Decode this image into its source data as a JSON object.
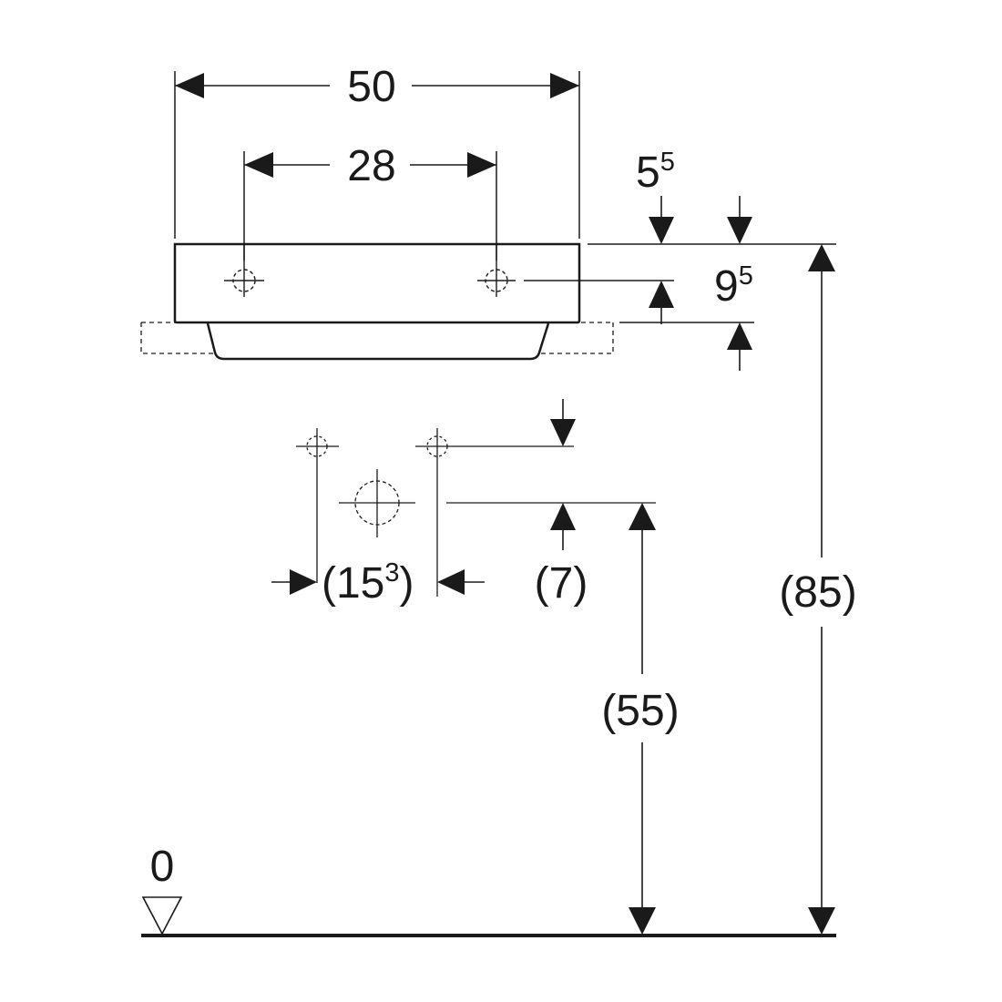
{
  "dimensions": {
    "overall_width": "50",
    "tap_hole_spacing": "28",
    "rim_offset": {
      "main": "5",
      "sup": "5"
    },
    "tap_hole_height": {
      "main": "9",
      "sup": "5"
    },
    "supply_spacing": {
      "open": "(",
      "main": "15",
      "sup": "3",
      "close": ")"
    },
    "supply_offset": "(7)",
    "waste_height": "(55)",
    "rim_height": "(85)",
    "floor_level": "0"
  },
  "colors": {
    "line": "#1a1a1a",
    "background": "#ffffff"
  }
}
